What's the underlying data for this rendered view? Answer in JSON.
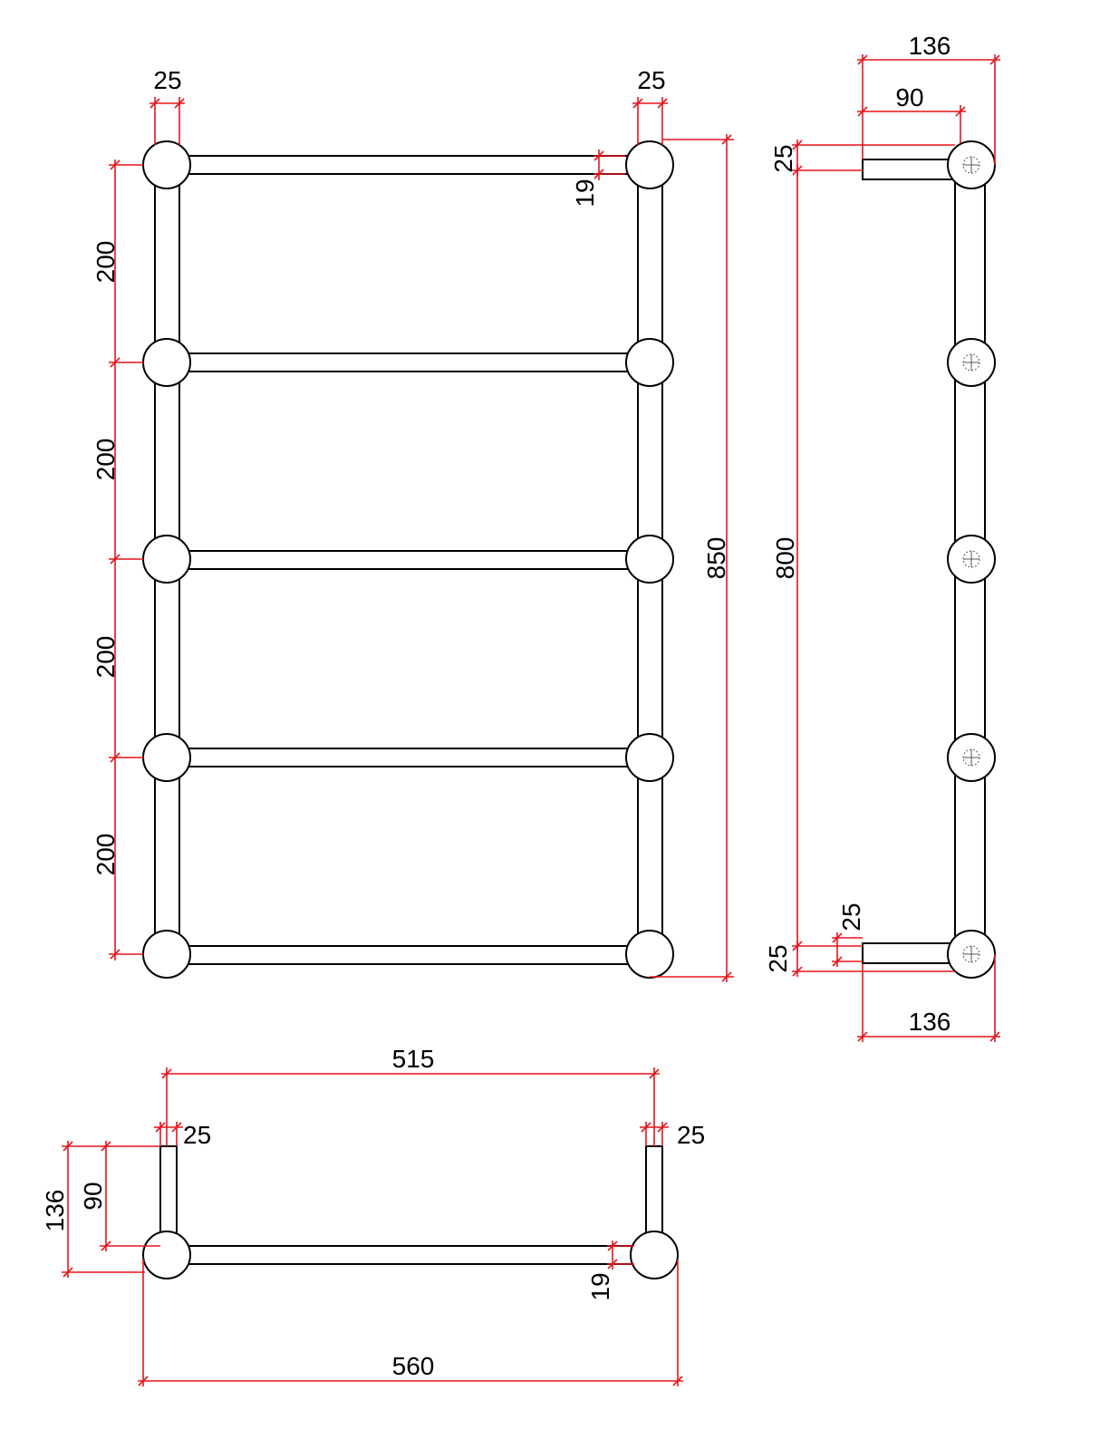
{
  "colors": {
    "dimension": "#e8141b",
    "outline": "#000000",
    "background": "#ffffff"
  },
  "front_view": {
    "pipe_width_left": "25",
    "pipe_width_right": "25",
    "rung_diameter": "19",
    "rung_spacing": [
      "200",
      "200",
      "200",
      "200"
    ],
    "overall_height": "850"
  },
  "side_view": {
    "depth_top": "136",
    "offset_top": "90",
    "end_top": "25",
    "inner_height": "800",
    "end_bottom_inner": "25",
    "end_bottom": "25",
    "depth_bottom": "136"
  },
  "top_view": {
    "inner_width": "515",
    "post_left": "25",
    "post_right": "25",
    "depth": "136",
    "offset": "90",
    "rung_diameter": "19",
    "overall_width": "560"
  }
}
